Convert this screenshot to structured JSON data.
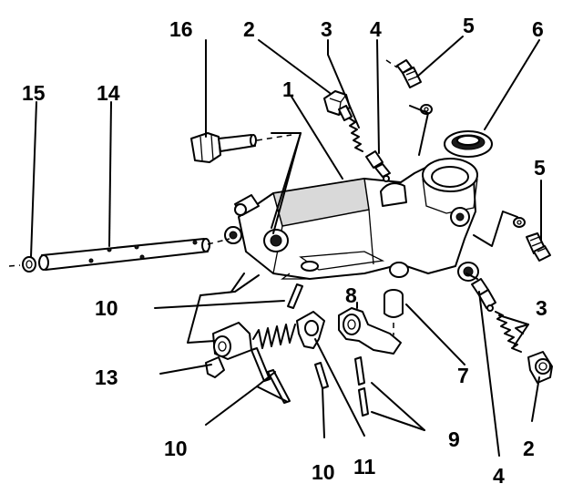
{
  "diagram": {
    "callouts": {
      "c1": "1",
      "c2a": "2",
      "c2b": "2",
      "c3a": "3",
      "c3b": "3",
      "c4a": "4",
      "c4b": "4",
      "c5a": "5",
      "c5b": "5",
      "c6": "6",
      "c7": "7",
      "c8": "8",
      "c9": "9",
      "c10a": "10",
      "c10b": "10",
      "c10c": "10",
      "c11": "11",
      "c13": "13",
      "c14": "14",
      "c15": "15",
      "c16": "16"
    }
  }
}
